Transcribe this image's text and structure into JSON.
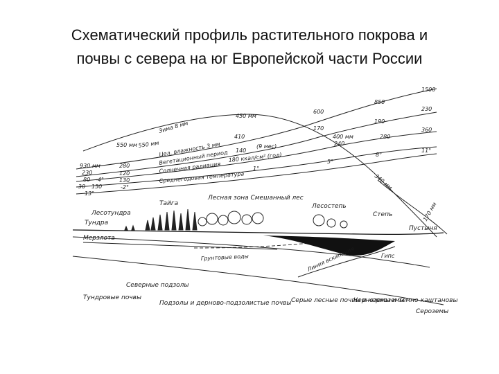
{
  "title_line1": "Схематический профиль растительного покрова и",
  "title_line2": "почвы с севера на юг Европейской части России",
  "diagram": {
    "curve_labels": {
      "snow": "Зима 8 мм",
      "precip": "450 мм",
      "evap": "550 мм",
      "moisture": "Цел. влажность 3 мм",
      "veg_period": "Вегетационный период",
      "radiation": "Солнечная радиация",
      "mean_temp": "Среднегодовая температура",
      "rad_units": "180 ккал/см² (год)",
      "grunt_water": "Грунтовые воды",
      "bedrock": "Линия вскипания",
      "gypsum": "Гипс",
      "evap_right": "340 мм",
      "right_curve": "170 мм"
    },
    "values_left": [
      "930 мм",
      "230",
      "80",
      "-30",
      "13°",
      "150",
      "-4°"
    ],
    "values_mid_left": [
      "550 мм",
      "280",
      "120",
      "130",
      "-2°"
    ],
    "values_center": [
      "410",
      "140",
      "(9 мес)",
      "1°"
    ],
    "values_mid_right": [
      "600",
      "170",
      "400 мм",
      "240",
      "5°"
    ],
    "values_right1": [
      "850",
      "190",
      "280",
      "8°"
    ],
    "values_right2": [
      "1500",
      "230",
      "360",
      "11°"
    ],
    "zones": {
      "forest_tundra": "Лесотундра",
      "tundra": "Тундра",
      "taiga": "Тайга",
      "mixed_forest": "Лесная зона Смешанный лес",
      "forest_steppe": "Лесостепь",
      "steppe": "Степь",
      "desert": "Пустыня",
      "permafrost": "Мерзлота"
    },
    "soils": {
      "tundra_soils": "Тундровые почвы",
      "northern_soils": "Северные подзолы",
      "podzol_soils": "Подзолы и дерново-подзолистые почвы",
      "grey_forest": "Серые лесные почвы и черноземы",
      "chernozem": "Черноземы и темно-каштановые почвы",
      "serozem": "Сероземы"
    }
  }
}
